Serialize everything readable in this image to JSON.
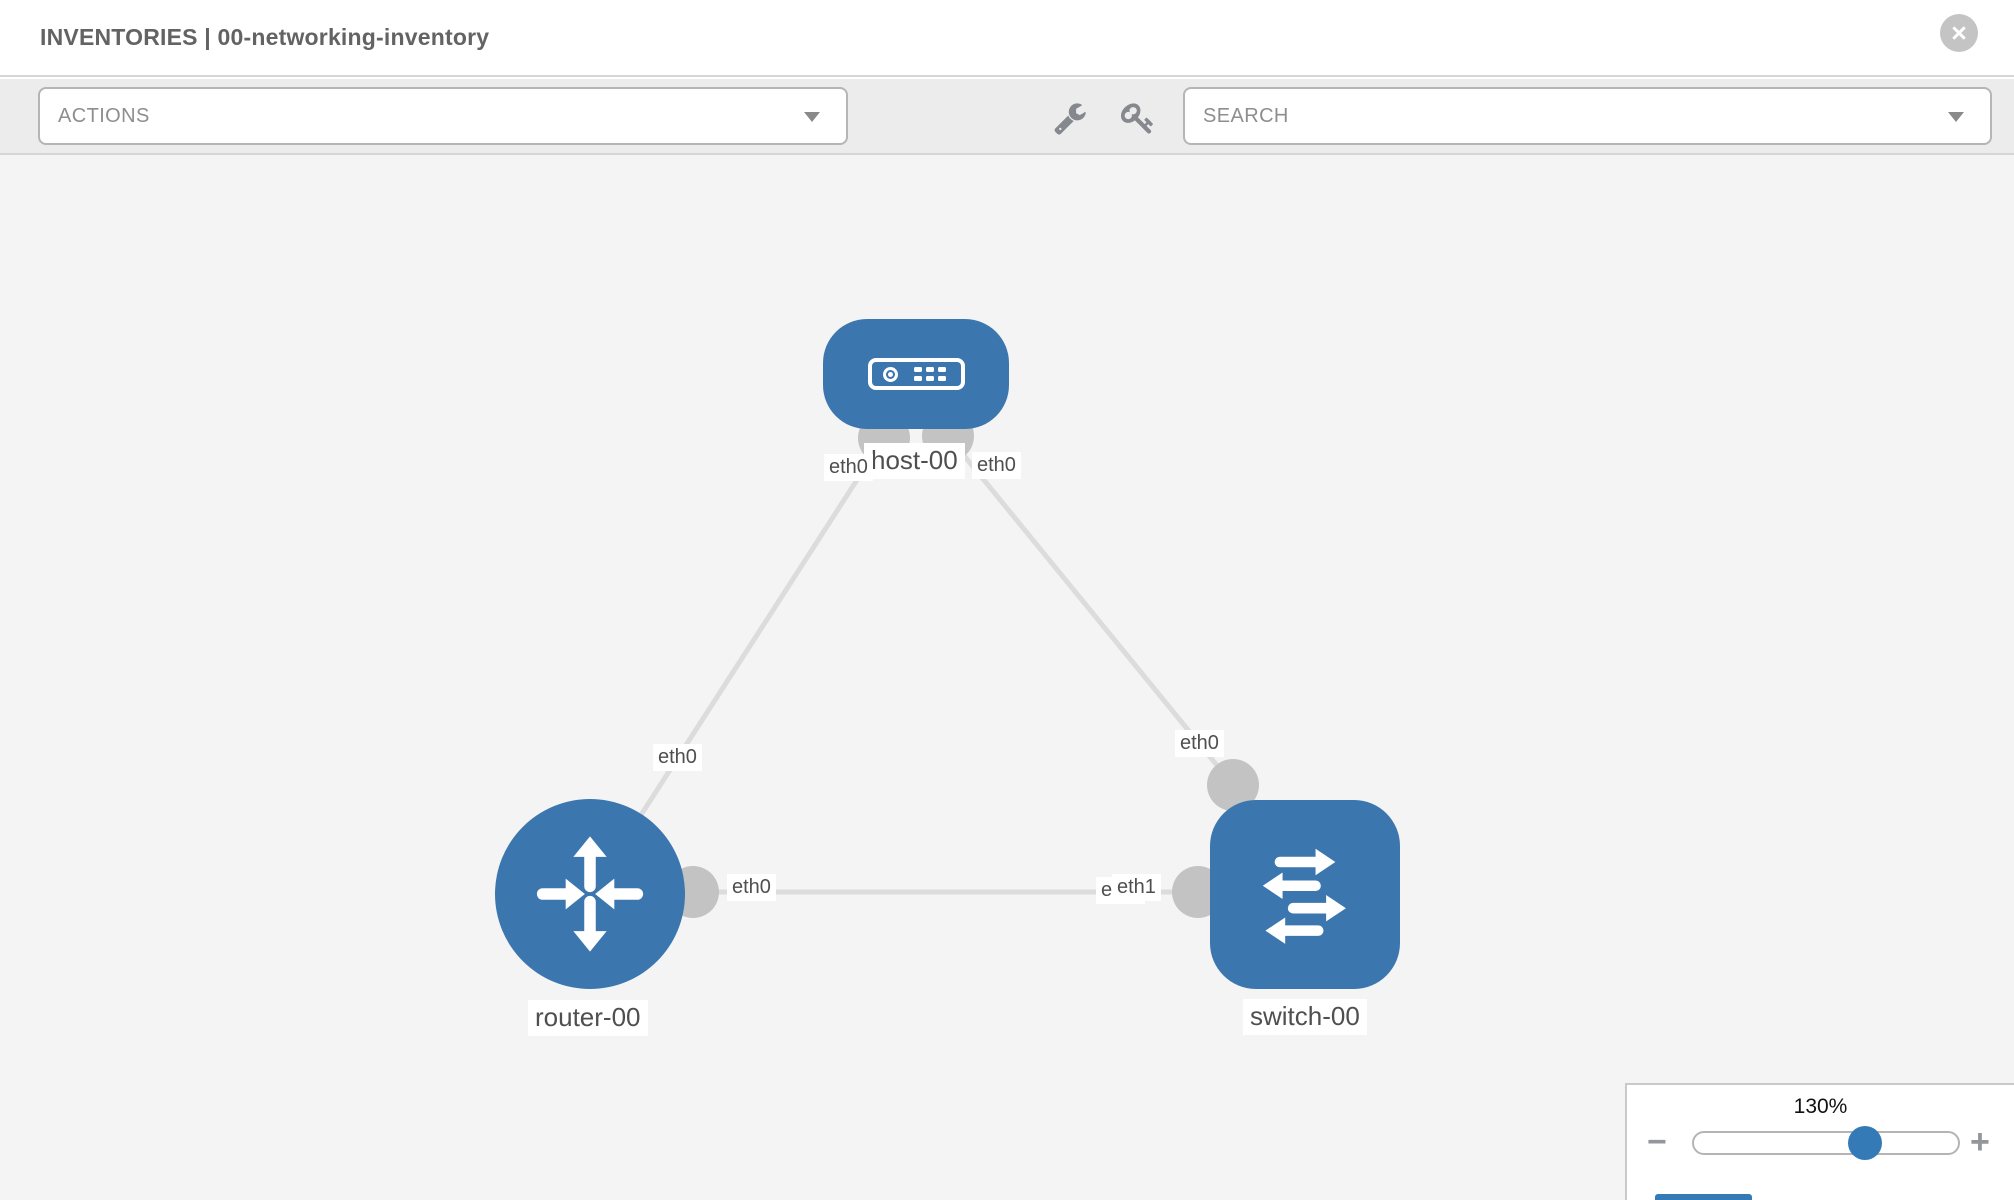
{
  "window": {
    "title": "INVENTORIES | 00-networking-inventory",
    "close_glyph": "×"
  },
  "toolbar": {
    "actions_label": "ACTIONS",
    "search_placeholder": "SEARCH"
  },
  "colors": {
    "node_blue": "#3b76af",
    "accent_blue": "#337ab7",
    "edge_gray": "#dcdcdc",
    "dot_gray": "#c3c3c3",
    "canvas_bg": "#f4f4f4",
    "toolbar_bg": "#ececec"
  },
  "topology": {
    "nodes": [
      {
        "id": "host-00",
        "type": "host",
        "label": "host-00"
      },
      {
        "id": "router-00",
        "type": "router",
        "label": "router-00"
      },
      {
        "id": "switch-00",
        "type": "switch",
        "label": "switch-00"
      }
    ],
    "interface_labels": {
      "host_left": "eth0",
      "host_right": "eth0",
      "router_top": "eth0",
      "router_right": "eth0",
      "switch_top": "eth0",
      "switch_left_back": "eth1",
      "switch_left_front": "eth1"
    },
    "links": [
      {
        "from": "host-00",
        "from_interface": "eth0",
        "to": "router-00",
        "to_interface": "eth0"
      },
      {
        "from": "host-00",
        "from_interface": "eth0",
        "to": "switch-00",
        "to_interface": "eth0"
      },
      {
        "from": "router-00",
        "from_interface": "eth0",
        "to": "switch-00",
        "to_interface": "eth1"
      }
    ]
  },
  "zoom_control": {
    "level": "130%",
    "minus_glyph": "−",
    "plus_glyph": "+"
  }
}
